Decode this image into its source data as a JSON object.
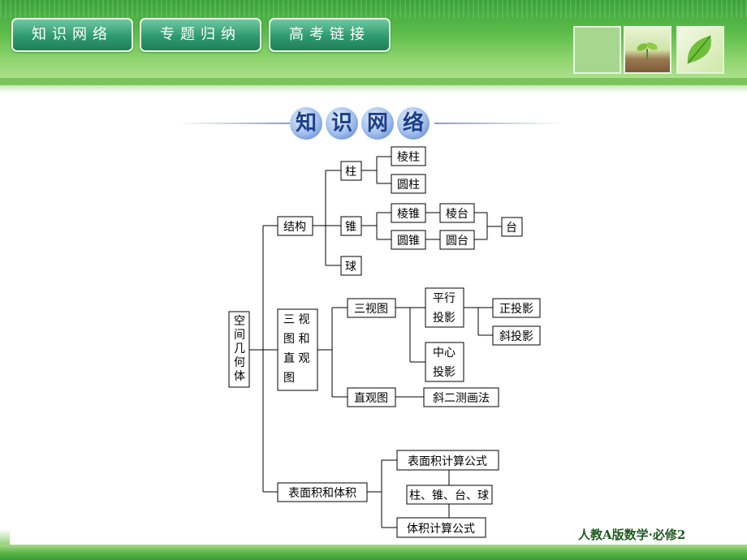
{
  "tabs": [
    {
      "label": "知识网络"
    },
    {
      "label": "专题归纳"
    },
    {
      "label": "高考链接"
    }
  ],
  "title": {
    "chars": [
      "知",
      "识",
      "网",
      "络"
    ]
  },
  "diagram": {
    "root": [
      "空",
      "间",
      "几",
      "何",
      "体"
    ],
    "structure": "结构",
    "zhu": "柱",
    "lengzhu": "棱柱",
    "yuanzhu": "圆柱",
    "zhui": "锥",
    "lengzhui": "棱锥",
    "lengtai": "棱台",
    "yuanzhui": "圆锥",
    "yuantai": "圆台",
    "tai": "台",
    "qiu": "球",
    "views": [
      "三 视",
      "图 和",
      "直 观",
      "图"
    ],
    "sanshitu": "三视图",
    "pingxing": [
      "平行",
      "投影"
    ],
    "zhengtouying": "正投影",
    "xietouying": "斜投影",
    "zhongxin": [
      "中心",
      "投影"
    ],
    "zhiguantu": "直观图",
    "xierce": "斜二测画法",
    "area_volume": "表面积和体积",
    "area_formula": "表面积计算公式",
    "solids": "柱、锥、台、球",
    "volume_formula": "体积计算公式"
  },
  "footer": {
    "text": "人教A版数学·必修2"
  },
  "colors": {
    "header_green": "#3aa33a",
    "tab_teal": "#2f9a70",
    "title_blue": "#1d3f8a",
    "footer_green": "#1d5a1d"
  }
}
